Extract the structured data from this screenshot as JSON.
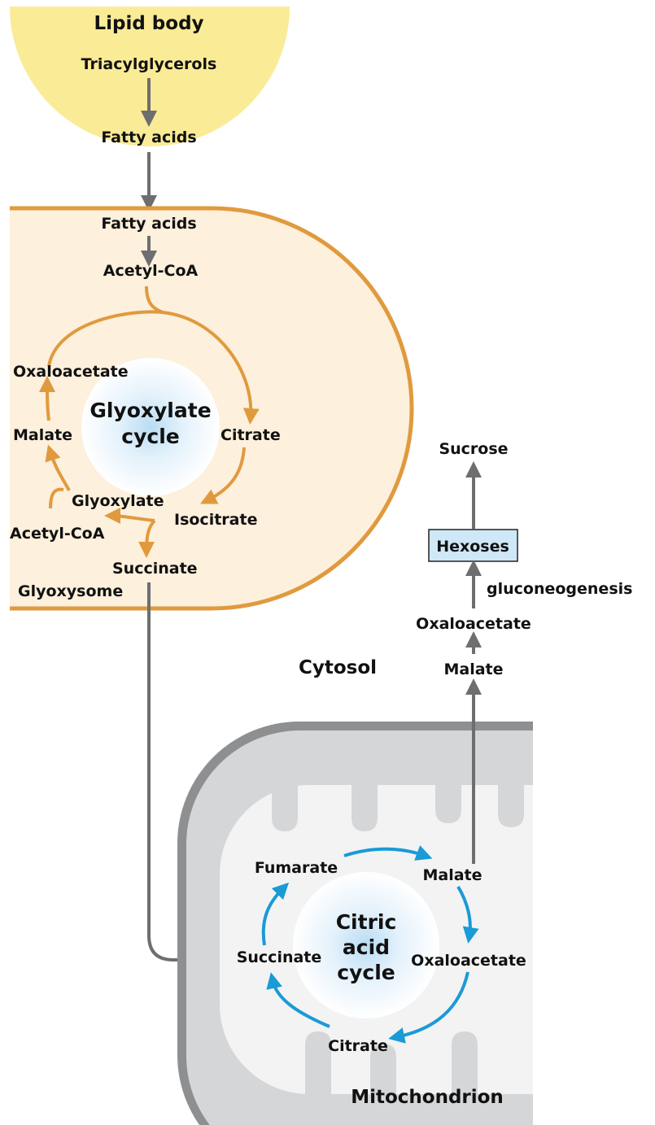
{
  "lipid_body": {
    "title": "Lipid body",
    "triacylglycerols": "Triacylglycerols",
    "fatty_acids": "Fatty acids"
  },
  "glyoxysome": {
    "title": "Glyoxysome",
    "fatty_acids": "Fatty acids",
    "acetyl_coa_top": "Acetyl-CoA",
    "oxaloacetate": "Oxaloacetate",
    "malate": "Malate",
    "glyoxylate": "Glyoxylate",
    "acetyl_coa_bottom": "Acetyl-CoA",
    "citrate": "Citrate",
    "isocitrate": "Isocitrate",
    "succinate": "Succinate",
    "cycle_line1": "Glyoxylate",
    "cycle_line2": "cycle"
  },
  "cytosol": {
    "title": "Cytosol",
    "sucrose": "Sucrose",
    "hexoses": "Hexoses",
    "gluconeogenesis": "gluconeogenesis",
    "oxaloacetate": "Oxaloacetate",
    "malate": "Malate"
  },
  "mitochondrion": {
    "title": "Mitochondrion",
    "fumarate": "Fumarate",
    "malate": "Malate",
    "oxaloacetate": "Oxaloacetate",
    "citrate": "Citrate",
    "succinate": "Succinate",
    "cycle_line1": "Citric",
    "cycle_line2": "acid",
    "cycle_line3": "cycle"
  },
  "colors": {
    "lipid_fill": "#faeb96",
    "glyoxysome_fill": "#fdf0dc",
    "glyoxysome_stroke": "#e09a3e",
    "orange_arrow": "#e09a3e",
    "gray_arrow": "#6d6e70",
    "mito_outer": "#8e8f91",
    "mito_inner_fill": "#d5d6d8",
    "mito_matrix": "#f3f3f4",
    "blue_arrow": "#1a9ad6",
    "hexoses_box": "#cfe8f7"
  }
}
